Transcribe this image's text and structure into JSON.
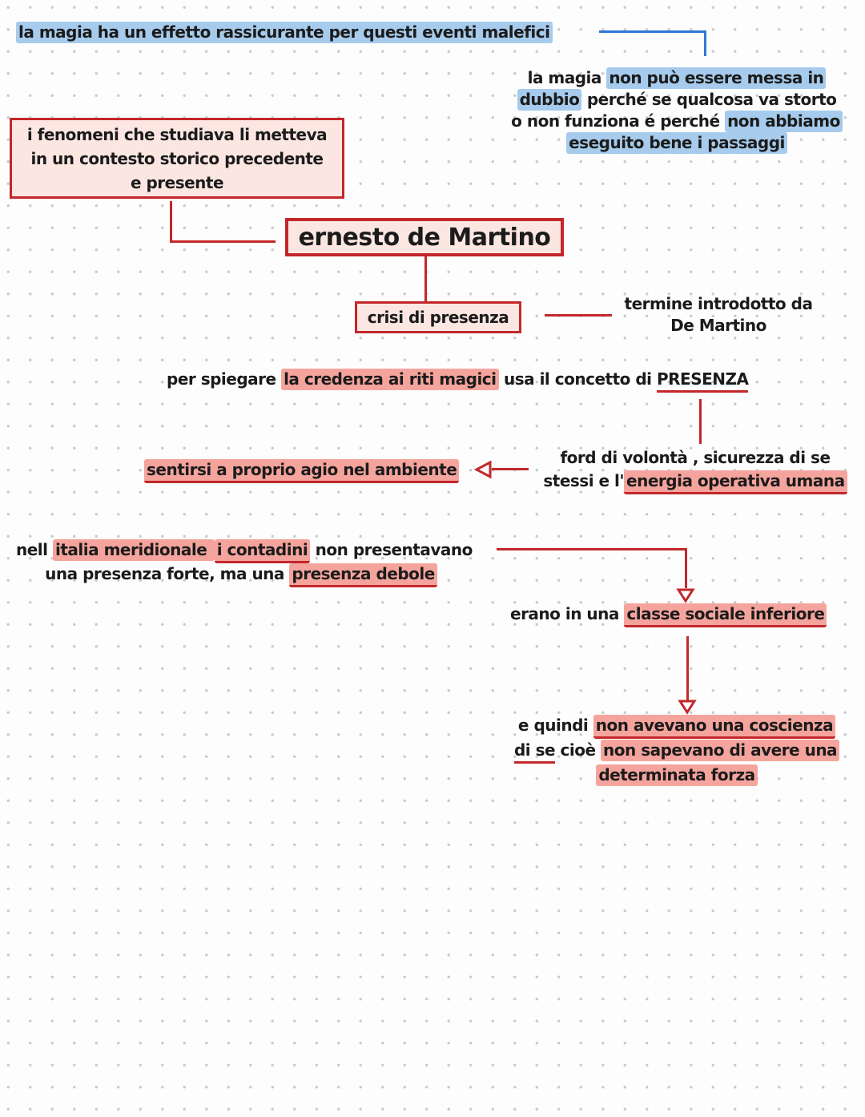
{
  "colors": {
    "hl-blue": "#a6cbec",
    "hl-pink": "#f5a49d",
    "ink": "#1b1b1b",
    "red": "#c3282b",
    "blue-line": "#2e78d2",
    "box-fill": "#fbe6e2",
    "box-border": "#c3272b",
    "dot": "#c9cbd0",
    "page-bg": "#fdfdfe"
  },
  "notes": {
    "reassure": {
      "text": "la magia ha un effetto rassicurante per questi eventi malefici"
    },
    "doubt": {
      "l1a": "la magia ",
      "l1b": "non può essere messa in",
      "l2a": "dubbio",
      "l2b": " perché se qualcosa va storto",
      "l3a": "o non funziona é perché ",
      "l3b": "non abbiamo",
      "l4": "eseguito bene i passaggi"
    },
    "context_box": {
      "l1": "i fenomeni che studiava li metteva",
      "l2": "in un contesto storico precedente",
      "l3": "e presente"
    },
    "title": {
      "text": "ernesto de Martino"
    },
    "crisis_box": {
      "text": "crisi di presenza"
    },
    "termine": {
      "l1": "termine introdotto da",
      "l2": "De Martino"
    },
    "presenza": {
      "a": "per spiegare ",
      "b": "la credenza ai riti magici",
      "c": " usa il concetto di ",
      "d": "PRESENZA"
    },
    "sentirsi": {
      "text": "sentirsi a proprio agio nel ambiente"
    },
    "forza": {
      "l1": "ford di volontà , sicurezza di se",
      "l2a": "stessi e l'",
      "l2b": "energia operativa umana"
    },
    "contadini": {
      "l1a": "nell ",
      "l1b": "italia meridionale ",
      "l1c": "i contadini",
      "l1d": " non presentavano",
      "l2a": "una presenza forte, ma una ",
      "l2b": "presenza debole"
    },
    "classe": {
      "a": "erano in una ",
      "b": "classe sociale inferiore"
    },
    "coscienza": {
      "l1a": "e quindi ",
      "l1b": "non avevano una coscienza",
      "l2a": "di se",
      "l2b": " cioè ",
      "l2c": "non sapevano di avere una",
      "l3": "determinata forza"
    }
  }
}
